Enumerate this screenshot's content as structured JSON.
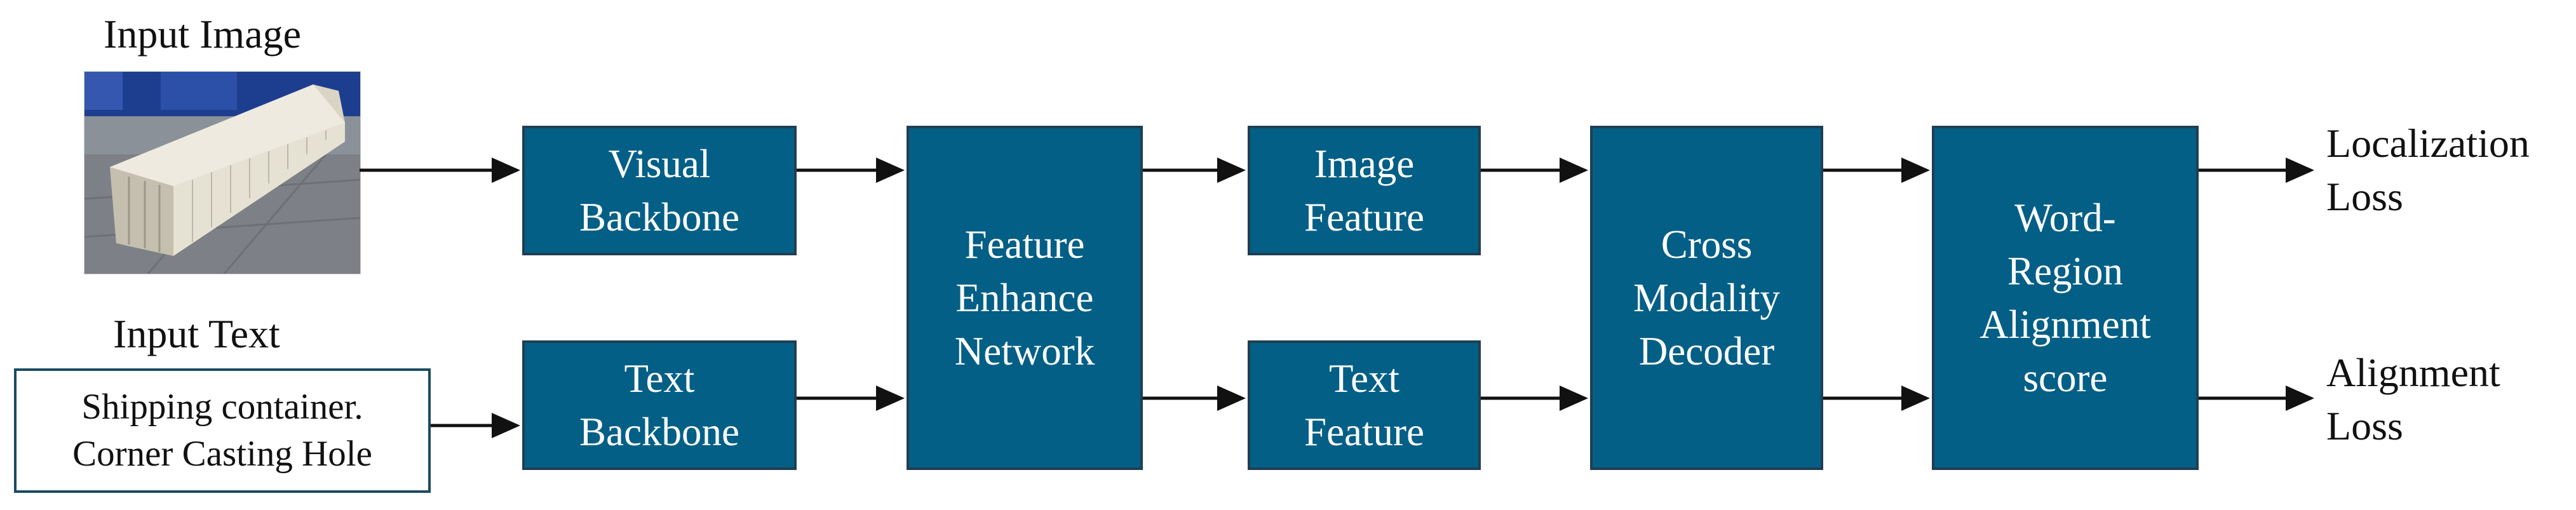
{
  "inputs": {
    "image_title": "Input Image",
    "text_title": "Input Text",
    "text_lines": [
      "Shipping container.",
      "Corner Casting Hole"
    ]
  },
  "blocks": {
    "visual_backbone": "Visual\nBackbone",
    "text_backbone": "Text\nBackbone",
    "feature_enhance": "Feature\nEnhance\nNetwork",
    "image_feature": "Image\nFeature",
    "text_feature": "Text\nFeature",
    "cross_modality": "Cross\nModality\nDecoder",
    "word_region": "Word-\nRegion\nAlignment\nscore"
  },
  "outputs": {
    "localization_loss": "Localization\nLoss",
    "alignment_loss": "Alignment\nLoss"
  },
  "colors": {
    "block_fill": "#035f86",
    "block_border": "#1f3f52",
    "arrow": "#111111"
  }
}
